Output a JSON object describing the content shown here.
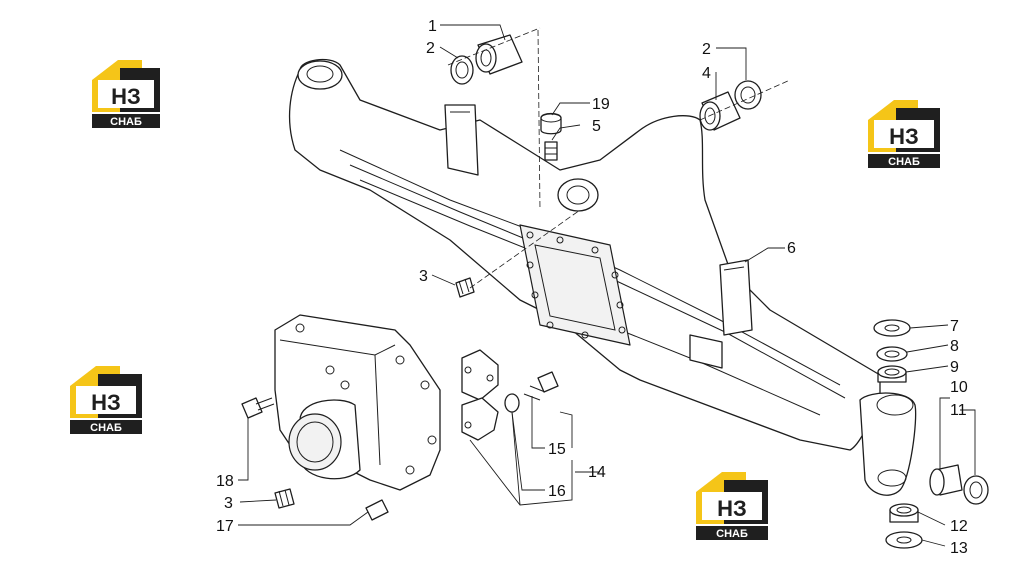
{
  "colors": {
    "line": "#1e1e1e",
    "logo_yellow": "#f5c518",
    "logo_dark": "#1f1f1f",
    "background": "#ffffff"
  },
  "watermark": {
    "mark": "НЗ",
    "caption": "СНАБ"
  },
  "callouts": {
    "c1": "1",
    "c2a": "2",
    "c2b": "2",
    "c4": "4",
    "c19": "19",
    "c5": "5",
    "c6": "6",
    "c3a": "3",
    "c7": "7",
    "c8": "8",
    "c9": "9",
    "c10": "10",
    "c11": "11",
    "c15": "15",
    "c14": "14",
    "c16": "16",
    "c18": "18",
    "c3b": "3",
    "c17": "17",
    "c12": "12",
    "c13": "13"
  }
}
